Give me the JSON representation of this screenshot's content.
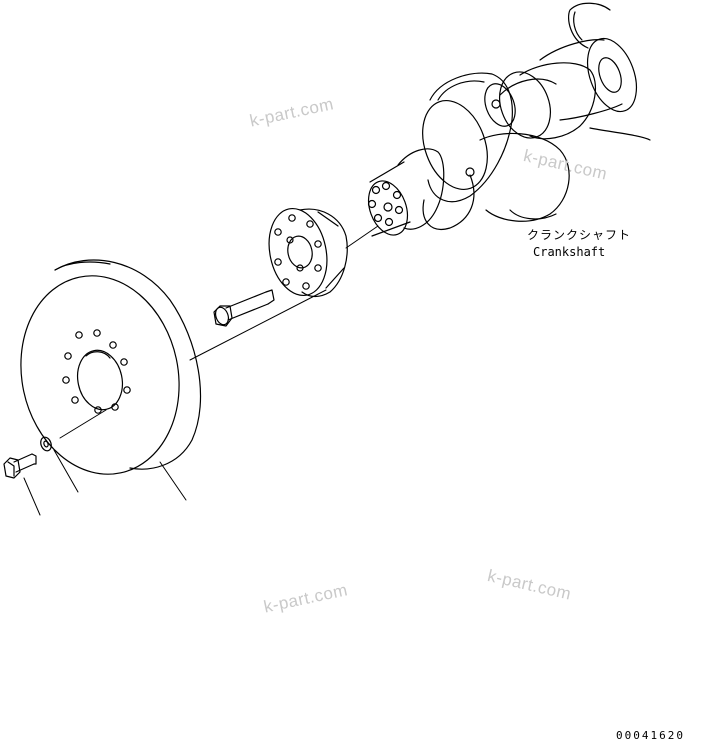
{
  "watermarks": [
    "k-part.com",
    "k-part.com",
    "k-part.com",
    "k-part.com"
  ],
  "crankshaft_label": {
    "jp": "クランクシャフト",
    "en": "Crankshaft"
  },
  "document_number": "00041620"
}
